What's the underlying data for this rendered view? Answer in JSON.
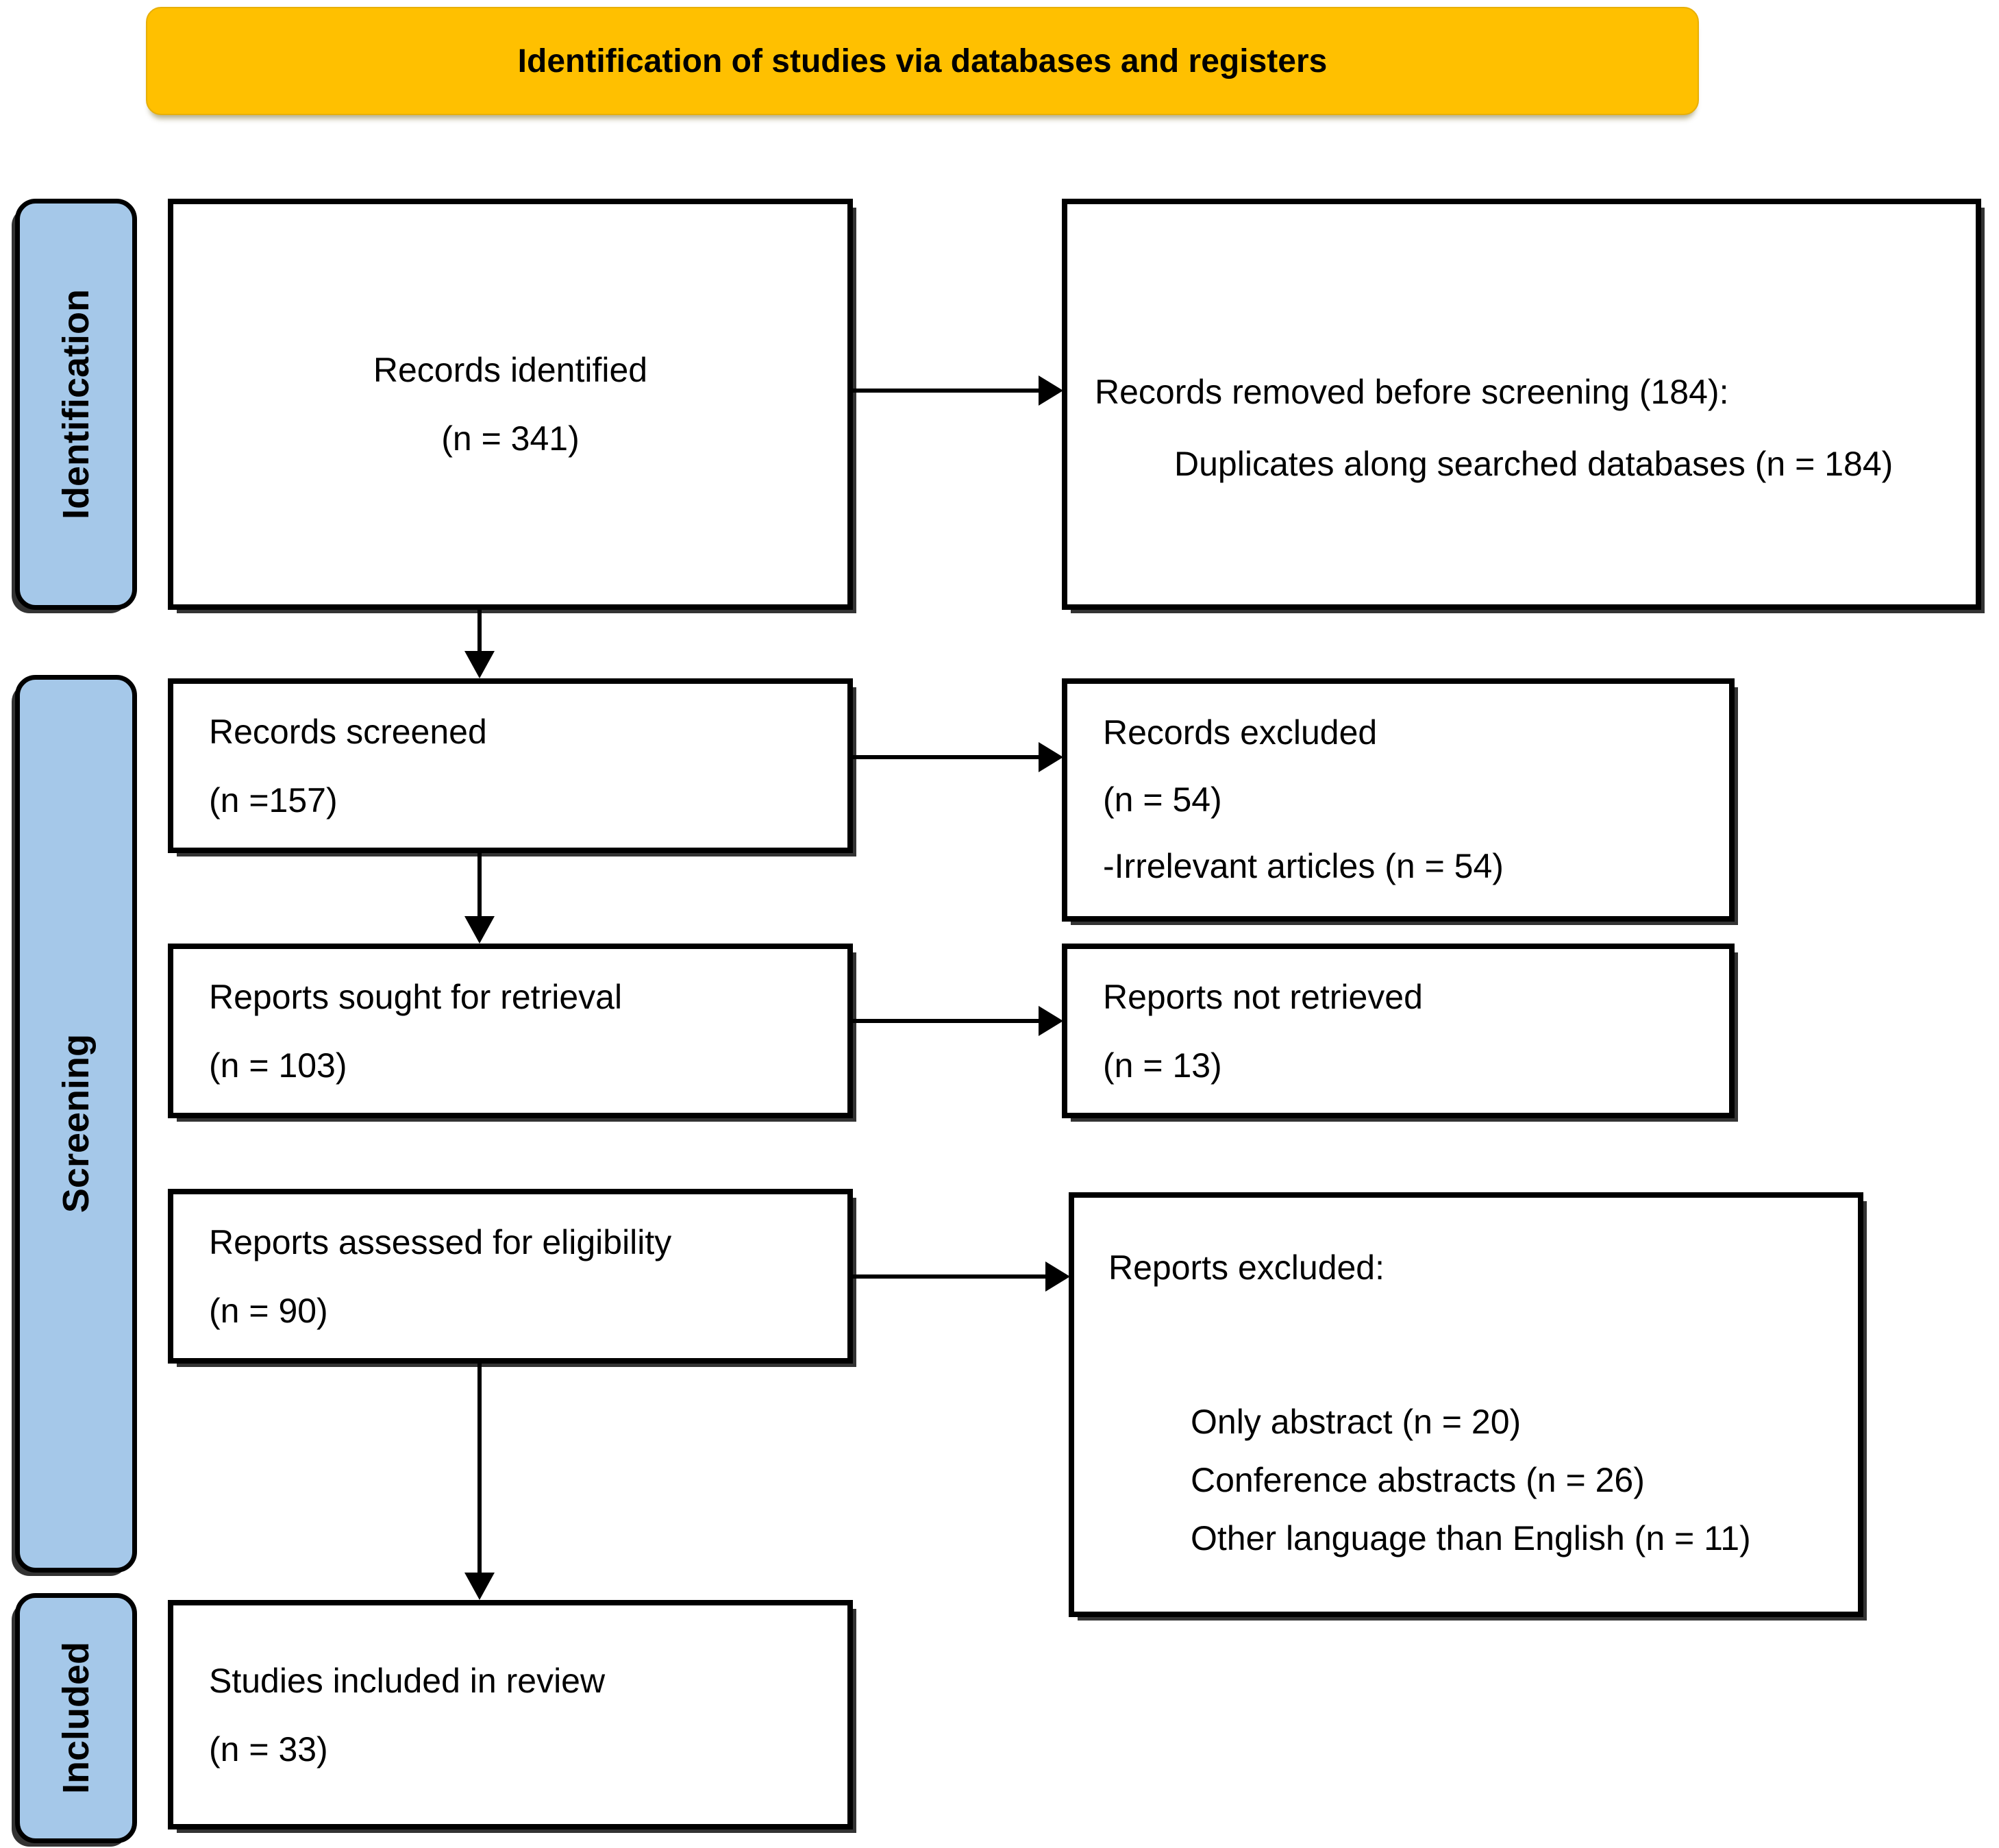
{
  "title": {
    "label": "Identification of studies via databases and registers"
  },
  "colors": {
    "banner_fill": "#FFC000",
    "stage_fill": "#A5C8E9",
    "box_fill": "#FFFFFF",
    "line": "#000000"
  },
  "stages": [
    {
      "label": "Identification"
    },
    {
      "label": "Screening"
    },
    {
      "label": "Included"
    }
  ],
  "boxes": {
    "records_identified": {
      "lines": [
        "Records identified",
        "(n = 341)"
      ]
    },
    "records_removed": {
      "lines": [
        "Records removed before screening (184):",
        "Duplicates along searched databases (n = 184)"
      ]
    },
    "records_screened": {
      "lines": [
        "Records screened",
        "(n =157)"
      ]
    },
    "records_excluded": {
      "lines": [
        "Records excluded",
        "(n = 54)",
        "-Irrelevant articles (n = 54)"
      ]
    },
    "reports_sought": {
      "lines": [
        "Reports sought for retrieval",
        "(n = 103)"
      ]
    },
    "reports_not_retrieved": {
      "lines": [
        "Reports not retrieved",
        "(n = 13)"
      ]
    },
    "reports_assessed": {
      "lines": [
        "Reports assessed for eligibility",
        "(n = 90)"
      ]
    },
    "reports_excluded": {
      "heading": "Reports excluded:",
      "items": [
        "Only abstract (n = 20)",
        "Conference abstracts (n = 26)",
        "Other language than English (n = 11)"
      ]
    },
    "studies_included": {
      "lines": [
        "Studies included in review",
        "(n = 33)"
      ]
    }
  }
}
